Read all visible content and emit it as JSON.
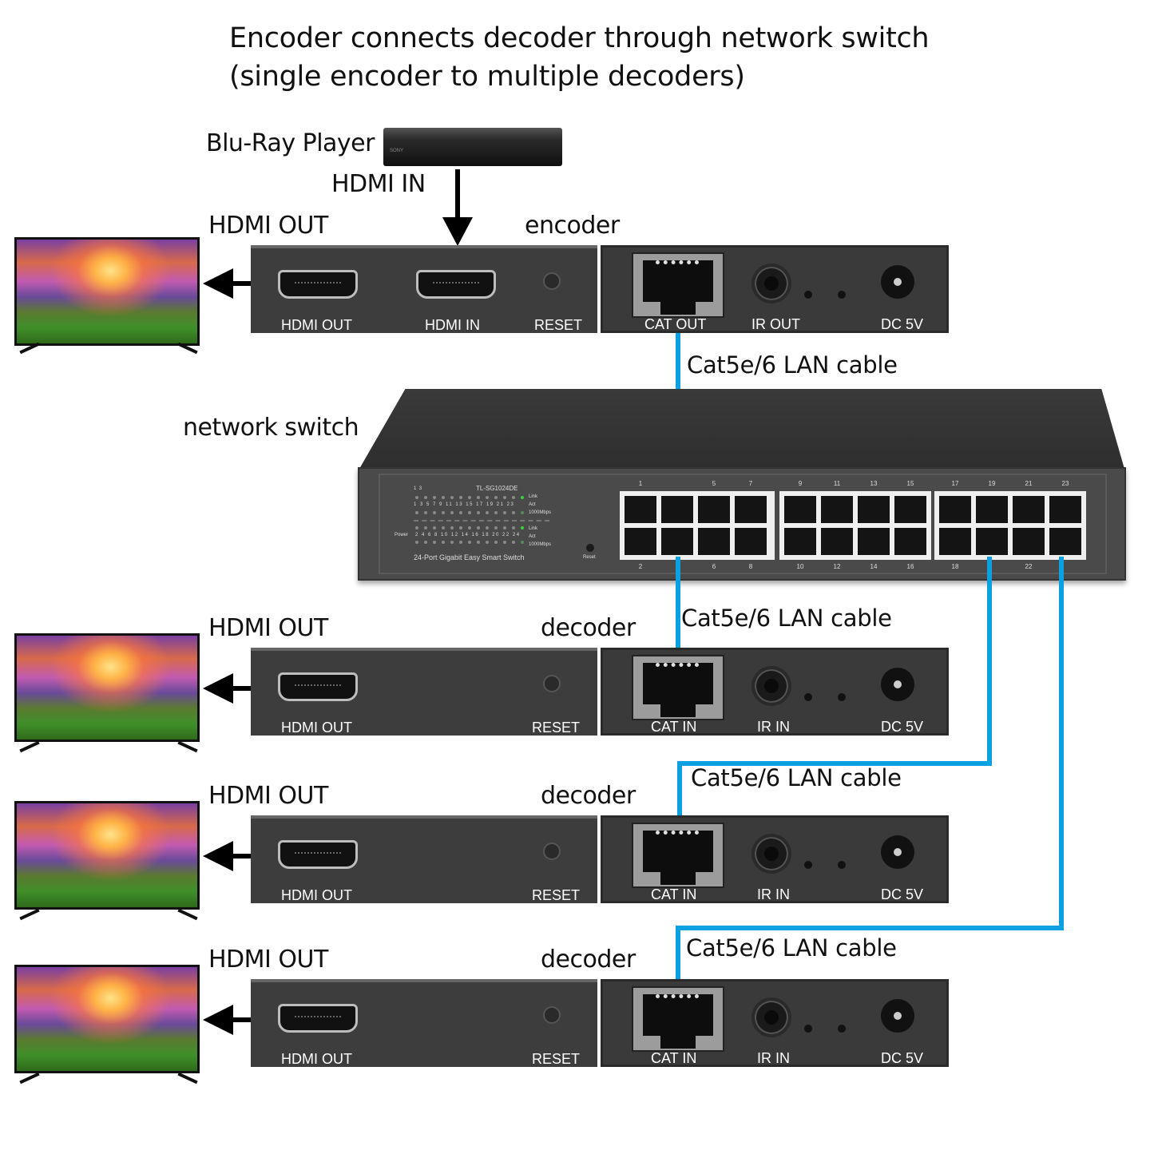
{
  "title": {
    "line1": "Encoder connects decoder through network switch",
    "line2": "(single encoder to multiple decoders)"
  },
  "source": {
    "label": "Blu-Ray Player",
    "brand": "SONY",
    "hdmi_in_label": "HDMI IN"
  },
  "encoder": {
    "label": "encoder",
    "hdmi_out_label": "HDMI OUT",
    "left_panel": {
      "hdmi_out": "HDMI OUT",
      "hdmi_in": "HDMI IN",
      "reset": "RESET"
    },
    "right_panel": {
      "cat": "CAT OUT",
      "ir": "IR OUT",
      "dc": "DC 5V"
    }
  },
  "cable_label": "Cat5e/6 LAN cable",
  "cable_color": "#0aa0e2",
  "switch": {
    "label": "network switch",
    "model": "TL-SG1024DE",
    "description": "24-Port Gigabit Easy Smart Switch",
    "reset_label": "Reset",
    "power_label": "Power",
    "legend": [
      "Link",
      "Act",
      "1000Mbps"
    ],
    "led_top_header": [
      "1",
      "3"
    ],
    "led_top_numbers": [
      "1",
      "3",
      "5",
      "7",
      "9",
      "11",
      "13",
      "15",
      "17",
      "19",
      "21",
      "23"
    ],
    "led_bottom_numbers": [
      "2",
      "4",
      "6",
      "8",
      "10",
      "12",
      "14",
      "16",
      "18",
      "20",
      "22",
      "24"
    ],
    "port_top_labels": [
      "1",
      "",
      "5",
      "7",
      "9",
      "11",
      "13",
      "15",
      "17",
      "19",
      "21",
      "23"
    ],
    "port_bottom_labels": [
      "2",
      "",
      "6",
      "8",
      "10",
      "12",
      "14",
      "16",
      "18",
      "",
      "22",
      ""
    ],
    "port_count": 24
  },
  "decoders": [
    {
      "label": "decoder",
      "hdmi_out_label": "HDMI OUT",
      "left_panel": {
        "hdmi_out": "HDMI OUT",
        "reset": "RESET"
      },
      "right_panel": {
        "cat": "CAT IN",
        "ir": "IR IN",
        "dc": "DC 5V"
      }
    },
    {
      "label": "decoder",
      "hdmi_out_label": "HDMI OUT",
      "left_panel": {
        "hdmi_out": "HDMI OUT",
        "reset": "RESET"
      },
      "right_panel": {
        "cat": "CAT IN",
        "ir": "IR IN",
        "dc": "DC 5V"
      }
    },
    {
      "label": "decoder",
      "hdmi_out_label": "HDMI OUT",
      "left_panel": {
        "hdmi_out": "HDMI OUT",
        "reset": "RESET"
      },
      "right_panel": {
        "cat": "CAT IN",
        "ir": "IR IN",
        "dc": "DC 5V"
      }
    }
  ],
  "icons": {
    "tv": "tv-icon",
    "bluray": "bluray-player-icon",
    "switch": "network-switch-icon",
    "arrow": "arrow-icon"
  }
}
